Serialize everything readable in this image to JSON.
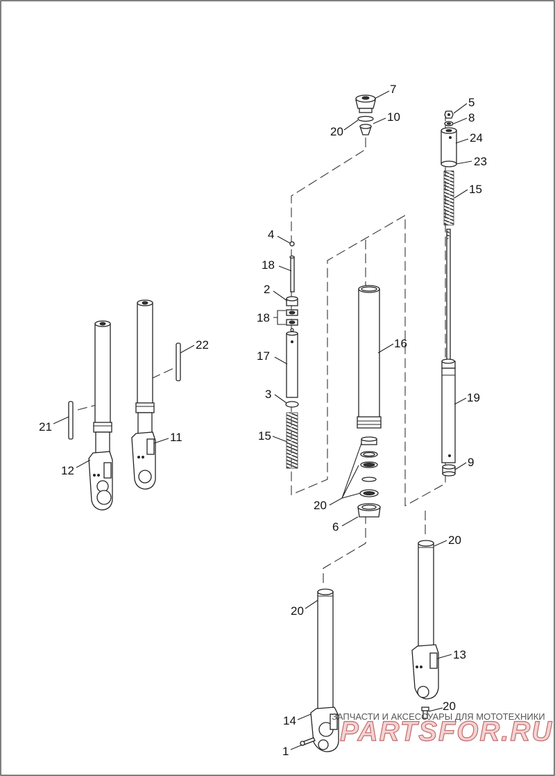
{
  "diagram": {
    "callouts": {
      "c1": "1",
      "c2": "2",
      "c3": "3",
      "c4": "4",
      "c5": "5",
      "c6": "6",
      "c7": "7",
      "c8": "8",
      "c9": "9",
      "c10": "10",
      "c11": "11",
      "c12": "12",
      "c13": "13",
      "c14": "14",
      "c15a": "15",
      "c15b": "15",
      "c16": "16",
      "c17": "17",
      "c18a": "18",
      "c18b": "18",
      "c19": "19",
      "c20a": "20",
      "c20b": "20",
      "c20c": "20",
      "c20d": "20",
      "c20e": "20",
      "c21": "21",
      "c22": "22",
      "c23": "23",
      "c24": "24"
    }
  },
  "watermark": {
    "line1": "ЗАПЧАСТИ И АКСЕССУАРЫ ДЛЯ МОТОТЕХНИКИ",
    "line2": "PARTSFOR.RU",
    "accent": "#c46a6a"
  }
}
